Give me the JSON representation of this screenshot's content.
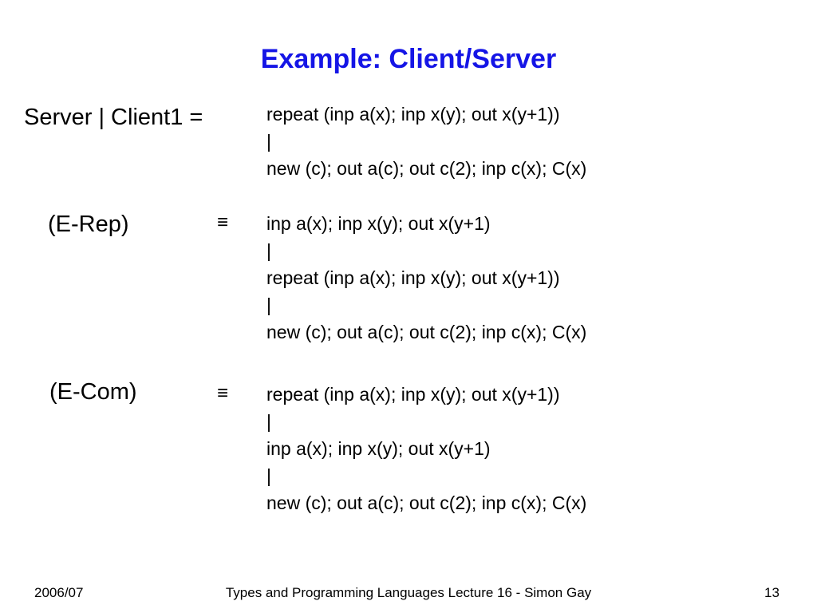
{
  "title": "Example: Client/Server",
  "blocks": [
    {
      "label": "Server | Client1 =",
      "relation": "",
      "lines": [
        "repeat (inp a(x); inp x(y); out x(y+1))",
        "|",
        "new (c); out a(c); out c(2); inp c(x); C(x)"
      ]
    },
    {
      "label": "(E-Rep)",
      "relation": "≡",
      "lines": [
        "inp a(x); inp x(y); out x(y+1)",
        "|",
        "repeat (inp a(x); inp x(y); out x(y+1))",
        "|",
        "new (c); out a(c); out c(2); inp c(x); C(x)"
      ]
    },
    {
      "label": "(E-Com)",
      "relation": "≡",
      "lines": [
        "repeat (inp a(x); inp x(y); out x(y+1))",
        "|",
        "inp a(x); inp x(y); out x(y+1)",
        "|",
        "new (c); out a(c); out c(2); inp c(x); C(x)"
      ]
    }
  ],
  "footer": {
    "date": "2006/07",
    "course": "Types and Programming Languages Lecture 16 - Simon Gay",
    "page": "13"
  }
}
